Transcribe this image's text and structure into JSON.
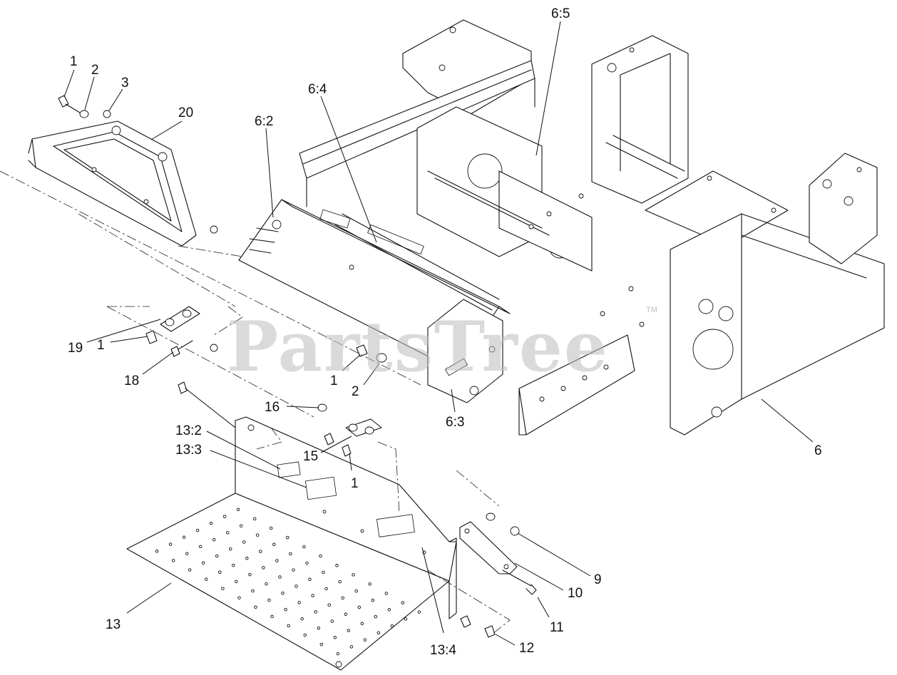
{
  "watermark": {
    "text": "PartsTree",
    "tm": "TM"
  },
  "callouts": [
    {
      "id": "c1a",
      "label": "1"
    },
    {
      "id": "c2a",
      "label": "2"
    },
    {
      "id": "c3",
      "label": "3"
    },
    {
      "id": "c20",
      "label": "20"
    },
    {
      "id": "c62",
      "label": "6:2"
    },
    {
      "id": "c64",
      "label": "6:4"
    },
    {
      "id": "c65",
      "label": "6:5"
    },
    {
      "id": "c19",
      "label": "19"
    },
    {
      "id": "c1b",
      "label": "1"
    },
    {
      "id": "c18",
      "label": "18"
    },
    {
      "id": "c1c",
      "label": "1"
    },
    {
      "id": "c2b",
      "label": "2"
    },
    {
      "id": "c16",
      "label": "16"
    },
    {
      "id": "c63",
      "label": "6:3"
    },
    {
      "id": "c6",
      "label": "6"
    },
    {
      "id": "c132",
      "label": "13:2"
    },
    {
      "id": "c133",
      "label": "13:3"
    },
    {
      "id": "c15",
      "label": "15"
    },
    {
      "id": "c1d",
      "label": "1"
    },
    {
      "id": "c9",
      "label": "9"
    },
    {
      "id": "c10",
      "label": "10"
    },
    {
      "id": "c11",
      "label": "11"
    },
    {
      "id": "c12",
      "label": "12"
    },
    {
      "id": "c13",
      "label": "13"
    },
    {
      "id": "c134",
      "label": "13:4"
    }
  ]
}
